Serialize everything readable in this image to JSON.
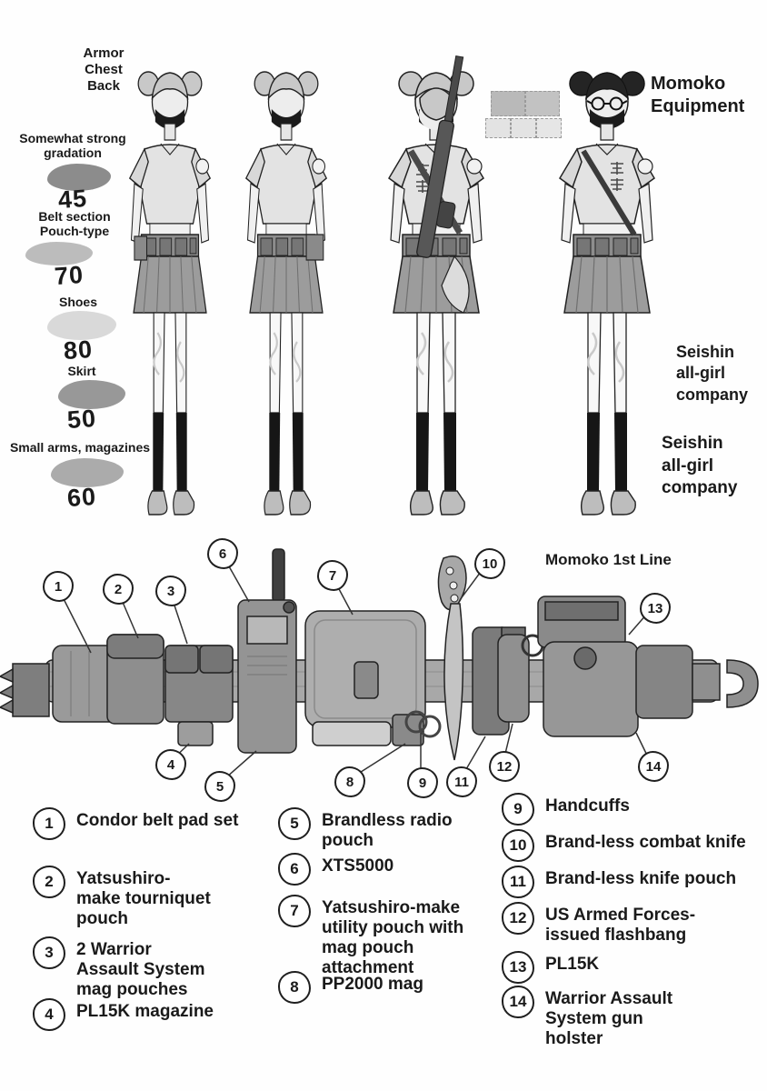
{
  "header": {
    "title": "Momoko\nEquipment",
    "company_label_upper": "Seishin\nall-girl\ncompany",
    "company_label_lower": "Seishin\nall-girl\ncompany"
  },
  "tone_panel": {
    "header": "Armor\nChest\nBack",
    "swatches": [
      {
        "label": "Somewhat strong\ngradation",
        "value": "45",
        "color": "#8c8c8c"
      },
      {
        "label": "Belt section\nPouch-type",
        "value": "70",
        "color": "#bcbcbc"
      },
      {
        "label": "Shoes",
        "value": "80",
        "color": "#d9d9d9"
      },
      {
        "label": "Skirt",
        "value": "50",
        "color": "#989898"
      },
      {
        "label": "Small arms, magazines",
        "value": "60",
        "color": "#ababab"
      }
    ]
  },
  "diagram": {
    "title": "Momoko 1st Line",
    "callouts": [
      "1",
      "2",
      "3",
      "4",
      "5",
      "6",
      "7",
      "8",
      "9",
      "10",
      "11",
      "12",
      "13",
      "14"
    ]
  },
  "legend": {
    "items": [
      {
        "num": "1",
        "label": "Condor belt pad set"
      },
      {
        "num": "2",
        "label": "Yatsushiro-make tourniquet pouch"
      },
      {
        "num": "3",
        "label": "2 Warrior Assault System mag pouches"
      },
      {
        "num": "4",
        "label": "PL15K magazine"
      },
      {
        "num": "5",
        "label": "Brandless radio pouch"
      },
      {
        "num": "6",
        "label": "XTS5000"
      },
      {
        "num": "7",
        "label": "Yatsushiro-make utility pouch with mag pouch attachment"
      },
      {
        "num": "8",
        "label": "PP2000 mag"
      },
      {
        "num": "9",
        "label": "Handcuffs"
      },
      {
        "num": "10",
        "label": "Brand-less combat knife"
      },
      {
        "num": "11",
        "label": "Brand-less knife pouch"
      },
      {
        "num": "12",
        "label": "US Armed Forces-issued flashbang"
      },
      {
        "num": "13",
        "label": "PL15K"
      },
      {
        "num": "14",
        "label": "Warrior Assault System gun holster"
      }
    ]
  }
}
